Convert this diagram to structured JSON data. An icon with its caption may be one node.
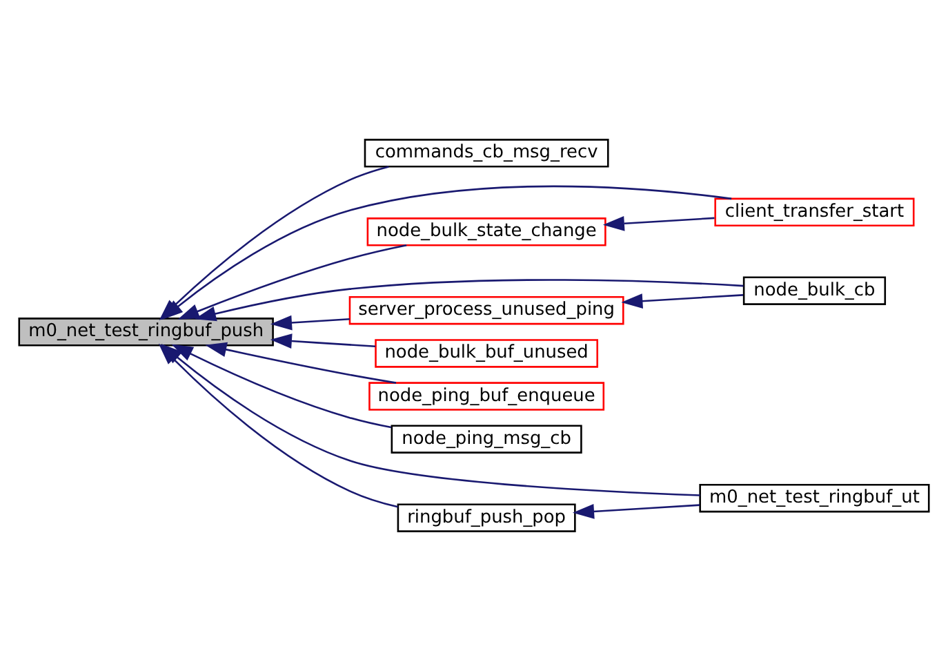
{
  "diagram": {
    "nodes": [
      {
        "text": [
          "m0_net_test_ringbuf_push"
        ]
      },
      {
        "text": [
          "commands_cb_msg_recv"
        ]
      },
      {
        "text": [
          "node_bulk_state_change"
        ]
      },
      {
        "text": [
          "client_transfer_start"
        ]
      },
      {
        "text": [
          "server_process_unused_ping"
        ]
      },
      {
        "text": [
          "node_bulk_cb"
        ]
      },
      {
        "text": [
          "node_bulk_buf_unused"
        ]
      },
      {
        "text": [
          "node_ping_buf_enqueue"
        ]
      },
      {
        "text": [
          "node_ping_msg_cb"
        ]
      },
      {
        "text": [
          "ringbuf_push_pop"
        ]
      },
      {
        "text": [
          "m0_net_test_ringbuf_ut"
        ]
      }
    ],
    "edges": [
      {
        "from": 1,
        "to": 0,
        "arrow": "to"
      },
      {
        "from": 2,
        "to": 0,
        "arrow": "to"
      },
      {
        "from": 3,
        "to": 2,
        "arrow": "to"
      },
      {
        "from": 3,
        "to": 0,
        "arrow": "to"
      },
      {
        "from": 4,
        "to": 0,
        "arrow": "to"
      },
      {
        "from": 5,
        "to": 4,
        "arrow": "to"
      },
      {
        "from": 5,
        "to": 0,
        "arrow": "to"
      },
      {
        "from": 6,
        "to": 0,
        "arrow": "to"
      },
      {
        "from": 7,
        "to": 0,
        "arrow": "to"
      },
      {
        "from": 8,
        "to": 0,
        "arrow": "to"
      },
      {
        "from": 9,
        "to": 0,
        "arrow": "to"
      },
      {
        "from": 10,
        "to": 9,
        "arrow": "to"
      },
      {
        "from": 10,
        "to": 0,
        "arrow": "to"
      }
    ]
  }
}
